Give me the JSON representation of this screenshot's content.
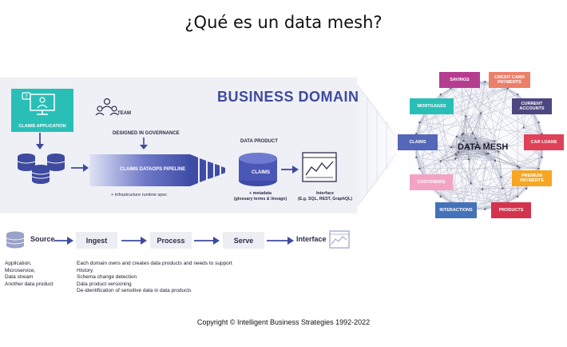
{
  "title": "¿Qué es un data mesh?",
  "business_domain": {
    "title": "BUSINESS DOMAIN",
    "claims_application": "CLAIMS APPLICATION",
    "team": "TEAM",
    "designed_in_governance": "DESIGNED IN GOVERNANCE",
    "pipeline": "CLAIMS DATAOPS PIPELINE",
    "infrastructure": "+ Infrastructure runtime spec",
    "data_product_label": "DATA PRODUCT",
    "data_product_name": "CLAIMS",
    "metadata_line1": "+ metadata",
    "metadata_line2": "(glossary terms & lineage)",
    "interface_line1": "Interface",
    "interface_line2": "(E.g. SQL, REST, GraphQL)"
  },
  "data_mesh": {
    "label": "DATA MESH",
    "nodes": [
      {
        "name": "SAVINGS",
        "color": "#b53d8f"
      },
      {
        "name": "CREDIT CARD PAYMENTS",
        "color": "#ec7f6a"
      },
      {
        "name": "MORTGAGES",
        "color": "#29bfb7"
      },
      {
        "name": "CURRENT ACCOUNTS",
        "color": "#4c4780"
      },
      {
        "name": "CLAIMS",
        "color": "#5567b8"
      },
      {
        "name": "CAR LOANS",
        "color": "#de4158"
      },
      {
        "name": "PREMIUM PAYMENTS",
        "color": "#f6a623"
      },
      {
        "name": "CUSTOMERS",
        "color": "#f3a4c5"
      },
      {
        "name": "INTERACTIONS",
        "color": "#4472b8"
      },
      {
        "name": "PRODUCTS",
        "color": "#d3334c"
      }
    ]
  },
  "flow": {
    "source": "Source",
    "ingest": "Ingest",
    "process": "Process",
    "serve": "Serve",
    "interface": "Interface"
  },
  "source_types": [
    "Application,",
    "Microservice,",
    "Data stream",
    "Another data product"
  ],
  "notes": [
    "Each domain owns and creates  data products and needs to support",
    "History",
    "Schema change detection",
    "Data product versioning",
    "De-identification of sensitive data in data products"
  ],
  "copyright": "Copyright © Intelligent Business Strategies 1992-2022"
}
